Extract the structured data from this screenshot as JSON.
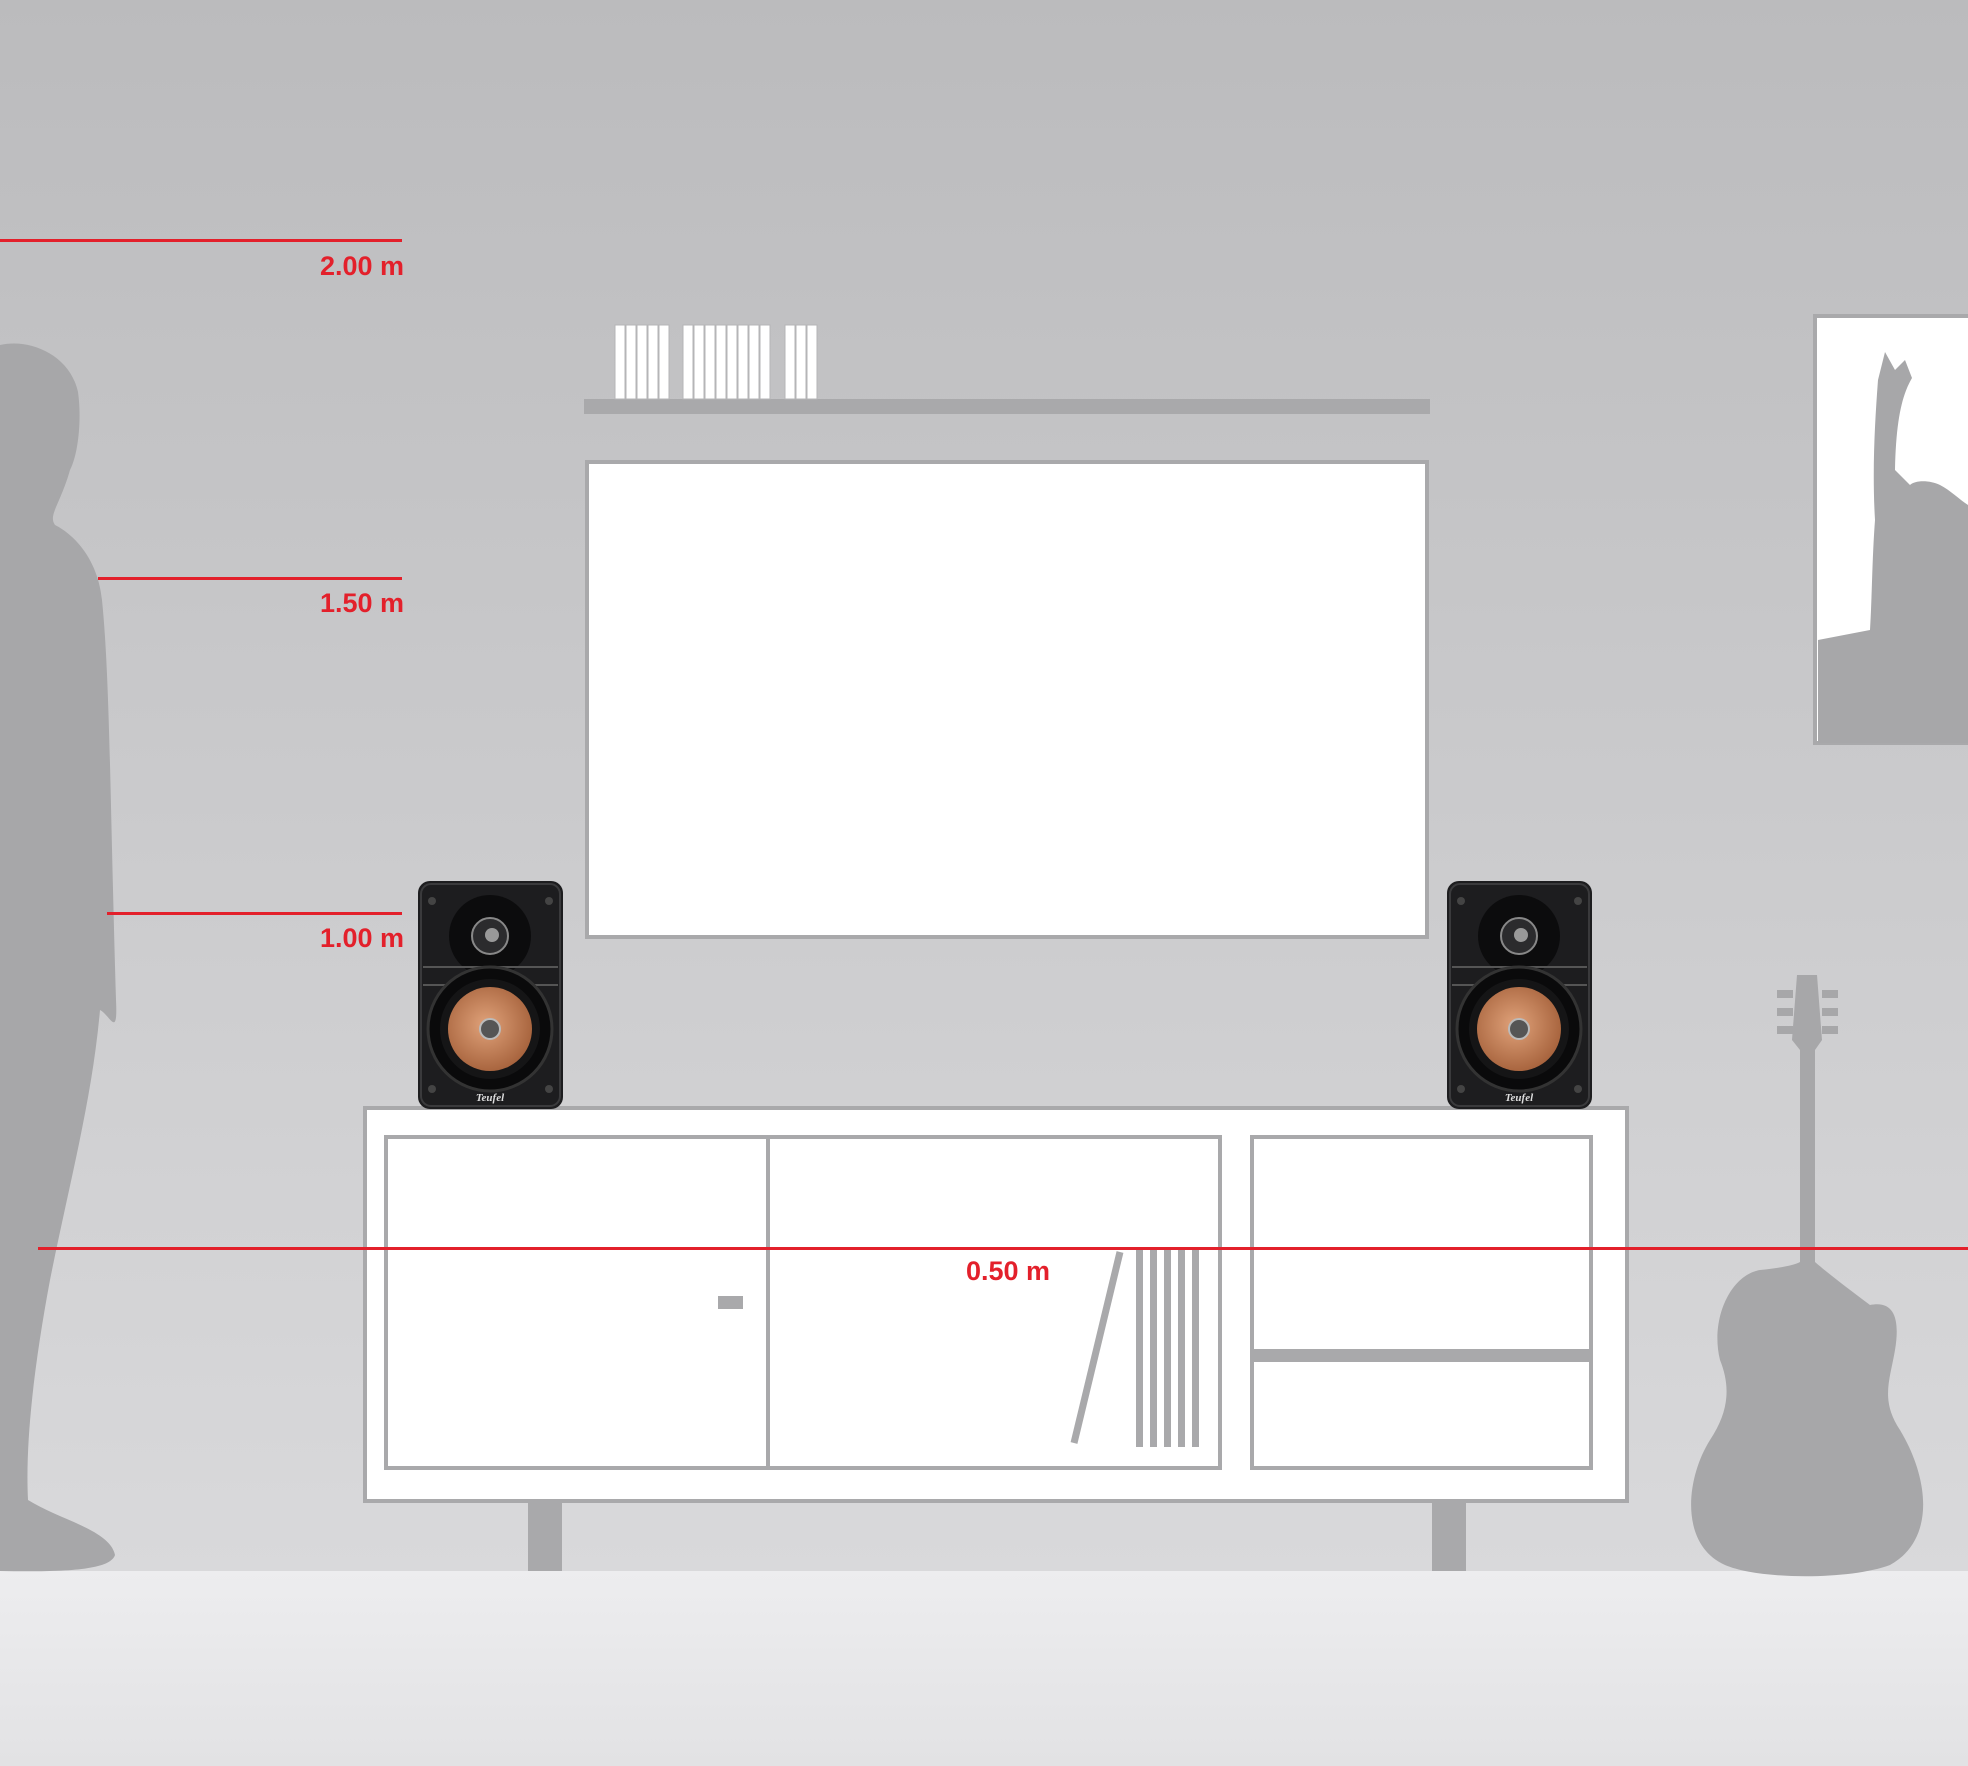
{
  "colors": {
    "measure_red": "#e3202b",
    "wall_top": "#bbbbbd",
    "wall_bottom": "#d8d8da",
    "floor": "#e6e6e8",
    "silhouette": "#a7a7a9",
    "furniture_outline": "#a9a9ab",
    "speaker_body": "#1c1c1e",
    "speaker_cone": "#c9865a"
  },
  "measurements": [
    {
      "label": "2.00 m"
    },
    {
      "label": "1.50 m"
    },
    {
      "label": "1.00 m"
    },
    {
      "label": "0.50 m"
    }
  ],
  "speaker": {
    "brand": "Teufel"
  },
  "icons": [
    "person-silhouette",
    "guitar-silhouette",
    "poster-silhouette",
    "speaker"
  ]
}
